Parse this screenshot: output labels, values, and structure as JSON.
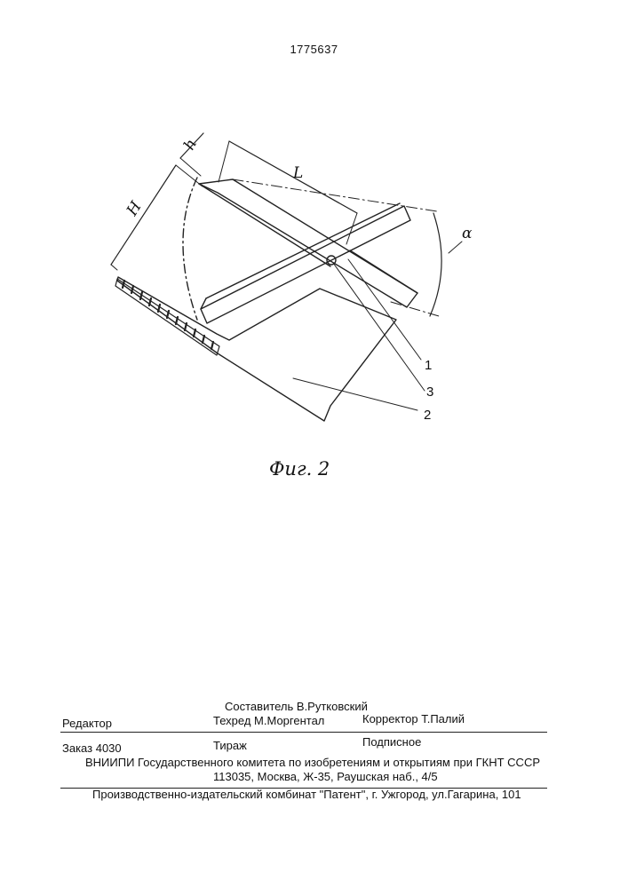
{
  "header": {
    "patent_number": "1775637"
  },
  "figure": {
    "caption": "Фиг. 2",
    "dim_h_small": "h",
    "dim_H_large": "H",
    "dim_L": "L",
    "dim_alpha": "α",
    "callout_1": "1",
    "callout_3": "3",
    "callout_2": "2"
  },
  "imprint": {
    "editor_label": "Редактор",
    "compiler": "Составитель  В.Рутковский",
    "techred": "Техред М.Моргентал",
    "corrector": "Корректор  Т.Палий",
    "order": "Заказ  4030",
    "circulation": "Тираж",
    "subscription": "Подписное",
    "vniipi": "ВНИИПИ Государственного комитета по изобретениям и открытиям при ГКНТ СССР",
    "address": "113035, Москва, Ж-35, Раушская наб., 4/5",
    "publisher": "Производственно-издательский комбинат \"Патент\", г. Ужгород, ул.Гагарина, 101"
  }
}
